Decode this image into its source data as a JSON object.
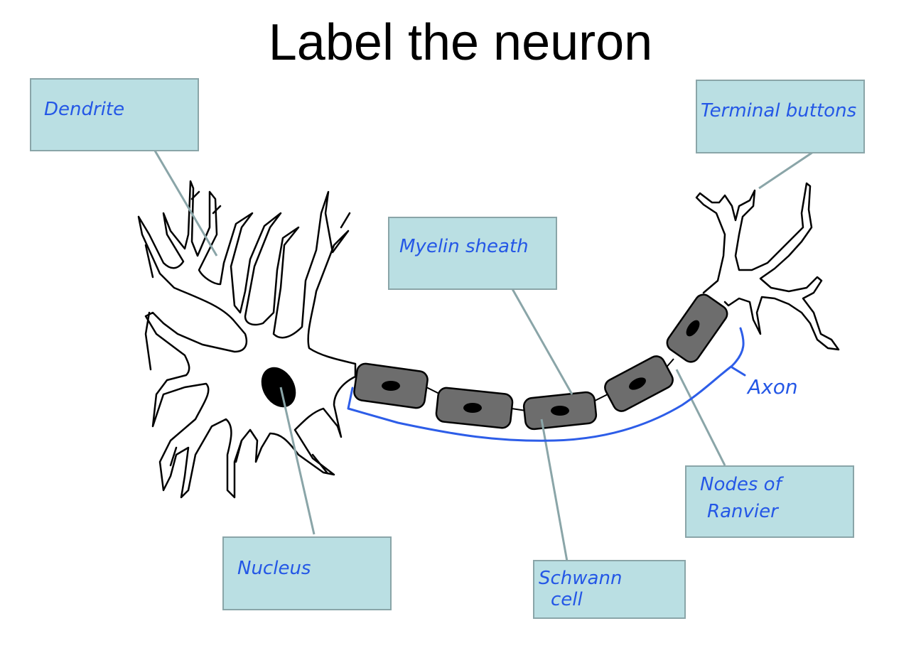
{
  "title": "Label the neuron",
  "labels": {
    "dendrite": "Dendrite",
    "terminal_buttons": "Terminal buttons",
    "myelin_sheath": "Myelin sheath",
    "axon": "Axon",
    "nodes_of_ranvier_line1": "Nodes of",
    "nodes_of_ranvier_line2": "Ranvier",
    "nucleus": "Nucleus",
    "schwann_cell_line1": "Schwann",
    "schwann_cell_line2": "cell"
  },
  "colors": {
    "box_fill": "#badfe3",
    "box_border": "#8aa5a8",
    "handwriting": "#2457e6",
    "leader_line": "#8aa5a8",
    "myelin_fill": "#6d6d6d",
    "nucleus_fill": "#000000"
  }
}
